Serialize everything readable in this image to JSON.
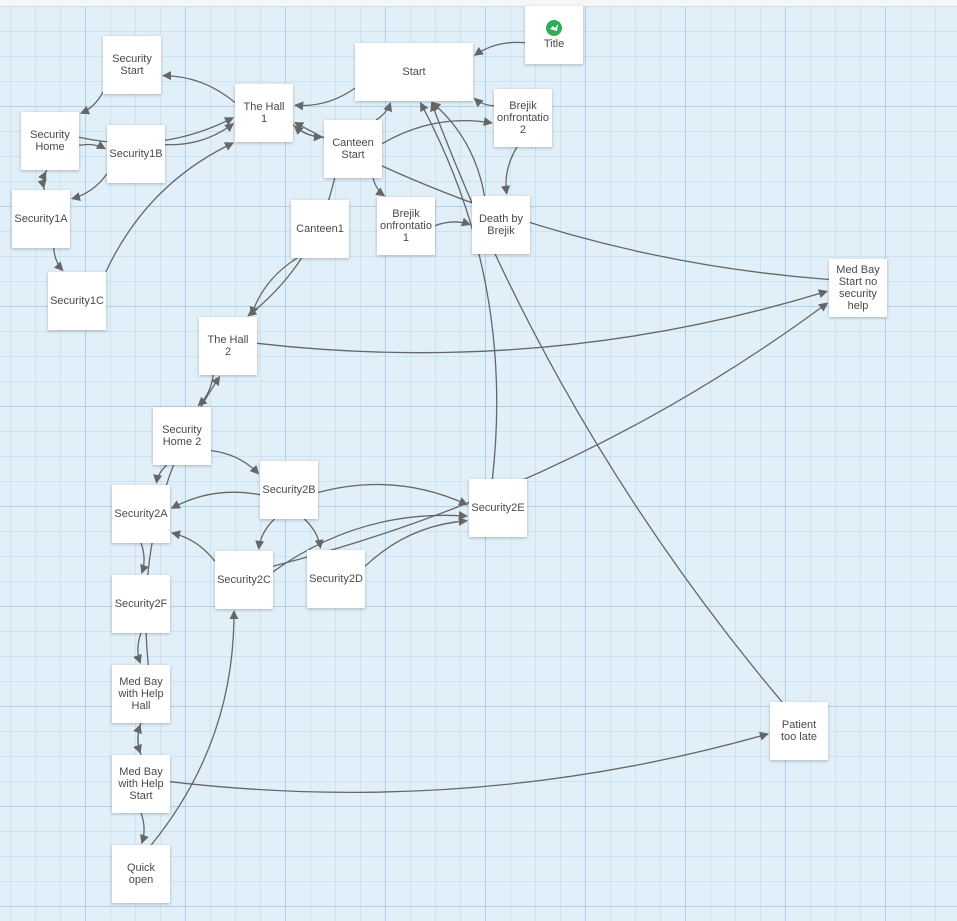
{
  "colors": {
    "canvas_bg": "#e1eff9",
    "node_bg": "#ffffff",
    "edge": "#666666",
    "start_icon": "#2fae5a"
  },
  "nodes": [
    {
      "id": "title",
      "label": "Title",
      "start": true
    },
    {
      "id": "start",
      "label": "Start"
    },
    {
      "id": "security-start",
      "label": "Security\nStart"
    },
    {
      "id": "the-hall-1",
      "label": "The Hall\n1"
    },
    {
      "id": "brejik-2",
      "label": "Brejik\nonfrontatio\n2"
    },
    {
      "id": "security-home",
      "label": "Security\nHome"
    },
    {
      "id": "security1b",
      "label": "Security1B"
    },
    {
      "id": "canteen-start",
      "label": "Canteen\nStart"
    },
    {
      "id": "security1a",
      "label": "Security1A"
    },
    {
      "id": "canteen1",
      "label": "Canteen1"
    },
    {
      "id": "brejik-1",
      "label": "Brejik\nonfrontatio\n1"
    },
    {
      "id": "death-by-brejik",
      "label": "Death by\nBrejik"
    },
    {
      "id": "med-bay-start-no-security-help",
      "label": "Med Bay\nStart no\nsecurity\nhelp"
    },
    {
      "id": "security1c",
      "label": "Security1C"
    },
    {
      "id": "the-hall-2",
      "label": "The Hall\n2"
    },
    {
      "id": "security-home-2",
      "label": "Security\nHome 2"
    },
    {
      "id": "security2b",
      "label": "Security2B"
    },
    {
      "id": "security2a",
      "label": "Security2A"
    },
    {
      "id": "security2e",
      "label": "Security2E"
    },
    {
      "id": "security2c",
      "label": "Security2C"
    },
    {
      "id": "security2d",
      "label": "Security2D"
    },
    {
      "id": "security2f",
      "label": "Security2F"
    },
    {
      "id": "med-bay-with-help-hall",
      "label": "Med Bay\nwith Help\nHall"
    },
    {
      "id": "patient-too-late",
      "label": "Patient\ntoo late"
    },
    {
      "id": "med-bay-with-help-start",
      "label": "Med Bay\nwith Help\nStart"
    },
    {
      "id": "quick-open",
      "label": "Quick\nopen"
    }
  ],
  "edges": [
    {
      "from": "title",
      "to": "start"
    },
    {
      "from": "start",
      "to": "the-hall-1"
    },
    {
      "from": "the-hall-1",
      "to": "security-start"
    },
    {
      "from": "security-start",
      "to": "security-home"
    },
    {
      "from": "security-home",
      "to": "the-hall-1"
    },
    {
      "from": "security-home",
      "to": "security1b"
    },
    {
      "from": "security-home",
      "to": "security1a"
    },
    {
      "from": "security1a",
      "to": "security-home"
    },
    {
      "from": "security1a",
      "to": "security1c"
    },
    {
      "from": "security1b",
      "to": "security1a"
    },
    {
      "from": "security1b",
      "to": "the-hall-1"
    },
    {
      "from": "security1c",
      "to": "the-hall-1"
    },
    {
      "from": "the-hall-1",
      "to": "canteen-start"
    },
    {
      "from": "canteen-start",
      "to": "the-hall-1"
    },
    {
      "from": "canteen-start",
      "to": "start"
    },
    {
      "from": "canteen-start",
      "to": "brejik-2"
    },
    {
      "from": "canteen-start",
      "to": "brejik-1"
    },
    {
      "from": "canteen-start",
      "to": "the-hall-2"
    },
    {
      "from": "canteen1",
      "to": "the-hall-2"
    },
    {
      "from": "brejik-2",
      "to": "start"
    },
    {
      "from": "brejik-2",
      "to": "death-by-brejik"
    },
    {
      "from": "brejik-1",
      "to": "death-by-brejik"
    },
    {
      "from": "death-by-brejik",
      "to": "start"
    },
    {
      "from": "med-bay-start-no-security-help",
      "to": "the-hall-1"
    },
    {
      "from": "the-hall-2",
      "to": "med-bay-start-no-security-help"
    },
    {
      "from": "the-hall-2",
      "to": "security-home-2"
    },
    {
      "from": "security-home-2",
      "to": "security2a"
    },
    {
      "from": "security-home-2",
      "to": "security2b"
    },
    {
      "from": "security2b",
      "to": "security2a"
    },
    {
      "from": "security2b",
      "to": "security2e"
    },
    {
      "from": "security2b",
      "to": "security2c"
    },
    {
      "from": "security2b",
      "to": "security2d"
    },
    {
      "from": "security2c",
      "to": "security2a"
    },
    {
      "from": "security2c",
      "to": "security2e"
    },
    {
      "from": "security2c",
      "to": "med-bay-start-no-security-help"
    },
    {
      "from": "security2d",
      "to": "security2e"
    },
    {
      "from": "security2e",
      "to": "start"
    },
    {
      "from": "security2a",
      "to": "security2f"
    },
    {
      "from": "security2f",
      "to": "med-bay-with-help-hall"
    },
    {
      "from": "med-bay-with-help-hall",
      "to": "the-hall-2"
    },
    {
      "from": "med-bay-with-help-hall",
      "to": "med-bay-with-help-start"
    },
    {
      "from": "med-bay-with-help-start",
      "to": "med-bay-with-help-hall"
    },
    {
      "from": "med-bay-with-help-start",
      "to": "patient-too-late"
    },
    {
      "from": "med-bay-with-help-start",
      "to": "quick-open"
    },
    {
      "from": "quick-open",
      "to": "security2c"
    },
    {
      "from": "patient-too-late",
      "to": "start"
    }
  ]
}
